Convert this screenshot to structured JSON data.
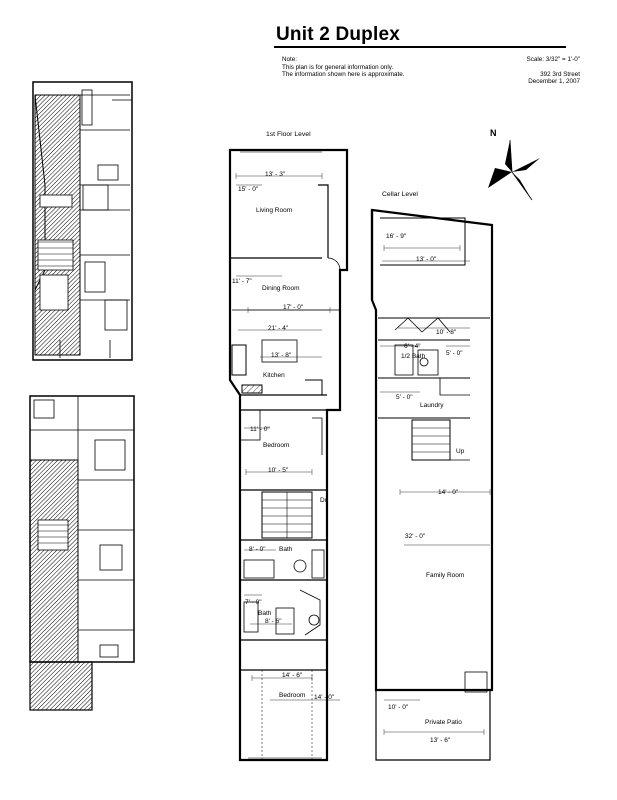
{
  "title": "Unit 2 Duplex",
  "note": {
    "heading": "Note:",
    "line1": "This plan is for general information only.",
    "line2": "The information shown here is approximate."
  },
  "meta": {
    "scale": "Scale: 3/32\" = 1'-0\"",
    "address": "392 3rd Street",
    "date": "December 1, 2007"
  },
  "compass_letter": "N",
  "levels": {
    "first_floor": {
      "title": "1st Floor Level",
      "rooms": {
        "living_room": "Living Room",
        "dining_room": "Dining Room",
        "kitchen": "Kitchen",
        "bedroom_1": "Bedroom",
        "bath_1": "Bath",
        "bath_2": "Bath",
        "bedroom_2": "Bedroom"
      },
      "dimensions": {
        "d1": "13' - 3\"",
        "d2": "15' - 0\"",
        "d3": "11' - 7\"",
        "d4": "17' - 0\"",
        "d5": "21' - 4\"",
        "d6": "13' - 8\"",
        "d7": "11' - 0\"",
        "d8": "10' - 5\"",
        "d9": "8' - 0\"",
        "d10": "7' - 0\"",
        "d11": "8' - 6\"",
        "d12": "14' - 6\"",
        "d13": "14' - 0\""
      },
      "stair_dn": "Dn"
    },
    "cellar": {
      "title": "Cellar Level",
      "rooms": {
        "half_bath": "1/2 Bath",
        "laundry": "Laundry",
        "family_room": "Family Room",
        "private_patio": "Private Patio"
      },
      "dimensions": {
        "d1": "16' - 9\"",
        "d2": "13' - 0\"",
        "d3": "10' - 8\"",
        "d4": "6' - 4\"",
        "d5": "5' - 0\"",
        "d6": "5' - 0\"",
        "d7": "14' - 0\"",
        "d8": "32' - 0\"",
        "d9": "10' - 0\"",
        "d10": "13' - 6\""
      },
      "stair_up": "Up"
    }
  }
}
